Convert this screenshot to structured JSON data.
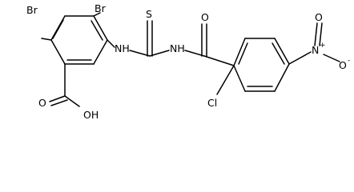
{
  "diagram": {
    "type": "chemical-structure",
    "atoms": {
      "br_top": "Br",
      "br_left": "Br",
      "nh_left": "NH",
      "nh_right": "NH",
      "s": "S",
      "o_amide": "O",
      "o_nitro_top": "O",
      "n_nitro": "N",
      "n_plus": "+",
      "o_nitro_right": "O",
      "o_minus": "-",
      "o_carbonyl": "O",
      "oh": "OH",
      "cl": "Cl"
    }
  }
}
